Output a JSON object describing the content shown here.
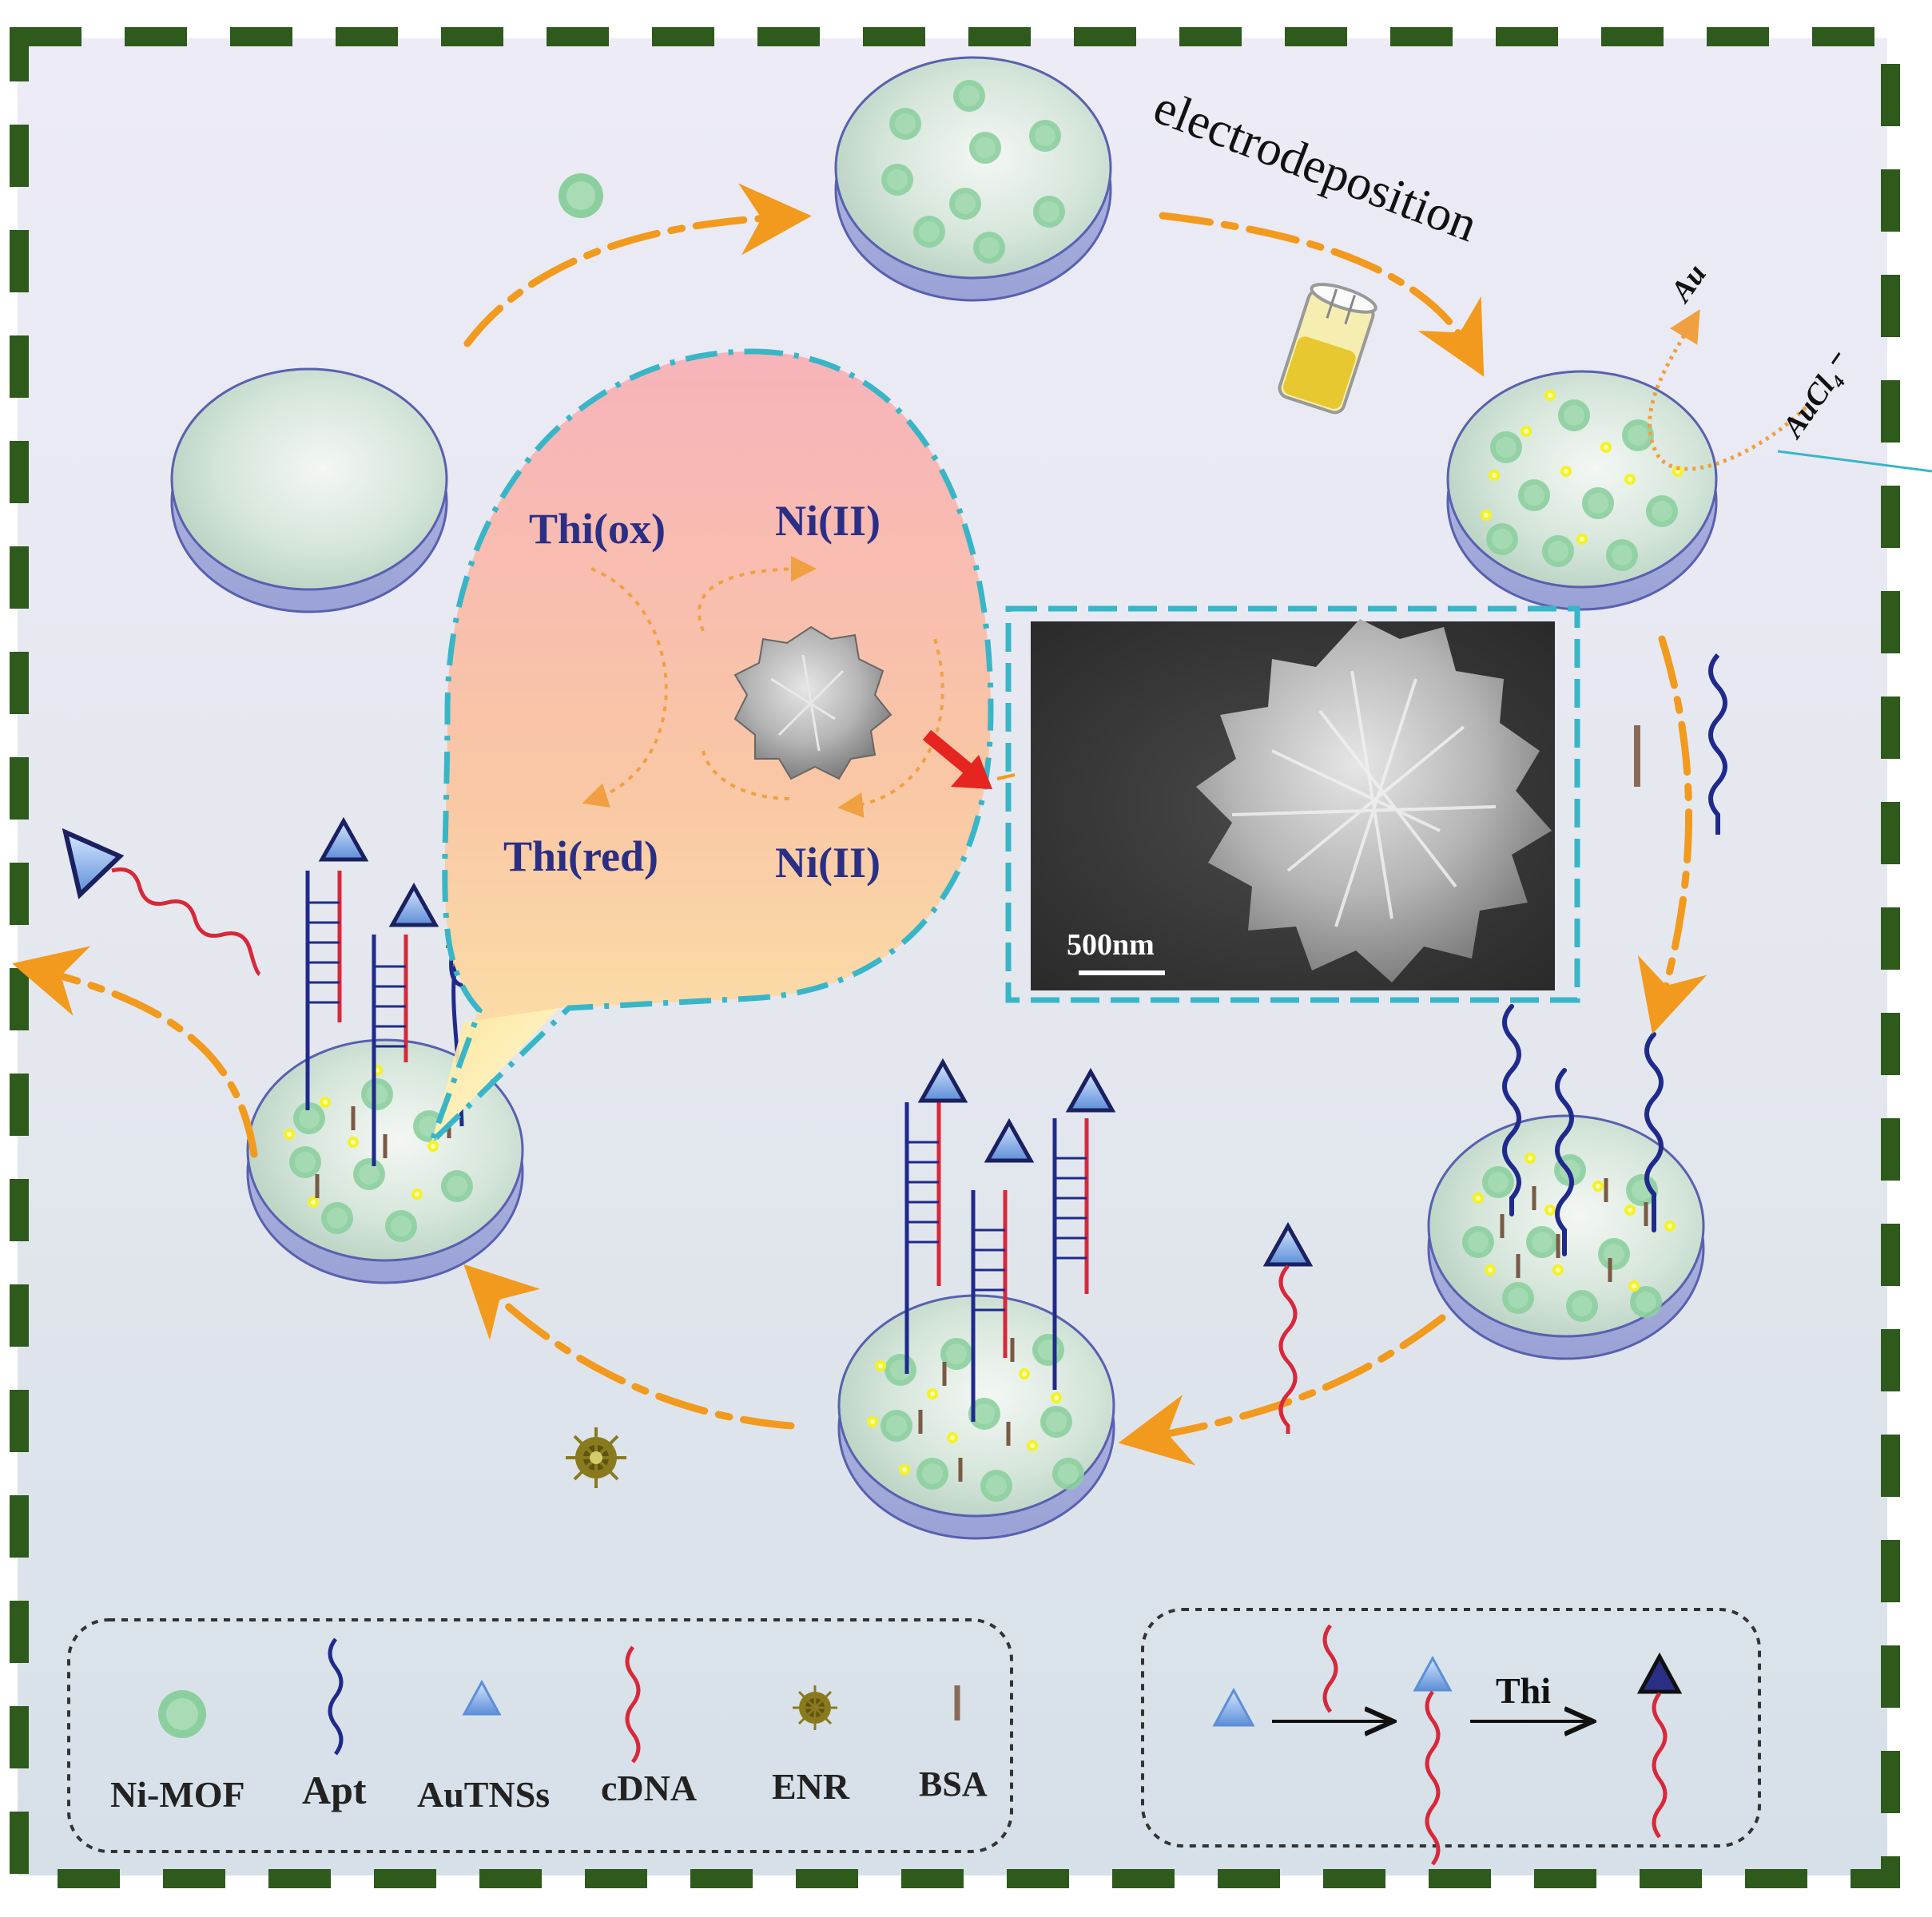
{
  "labels": {
    "electrodeposition": "electrodeposition",
    "au": "Au",
    "aucl4": "AuCl₄⁻",
    "thi_ox": "Thi(ox)",
    "thi_red": "Thi(red)",
    "ni_top": "Ni(II)",
    "ni_bottom": "Ni(II)",
    "scale_bar": "500nm",
    "thi_arrow": "Thi"
  },
  "legend": [
    {
      "key": "ni_mof",
      "label": "Ni-MOF"
    },
    {
      "key": "apt",
      "label": "Apt"
    },
    {
      "key": "autnss",
      "label": "AuTNSs"
    },
    {
      "key": "cdna",
      "label": "cDNA"
    },
    {
      "key": "enr",
      "label": "ENR"
    },
    {
      "key": "bsa",
      "label": "BSA"
    }
  ],
  "colors": {
    "frame": "#2e5a1c",
    "arrow": "#f29a1e",
    "apt": "#1f2a8c",
    "cdna": "#d8283a",
    "mof": "#8ccf9e",
    "label": "#2a2f86",
    "cyan": "#38b6c8"
  }
}
